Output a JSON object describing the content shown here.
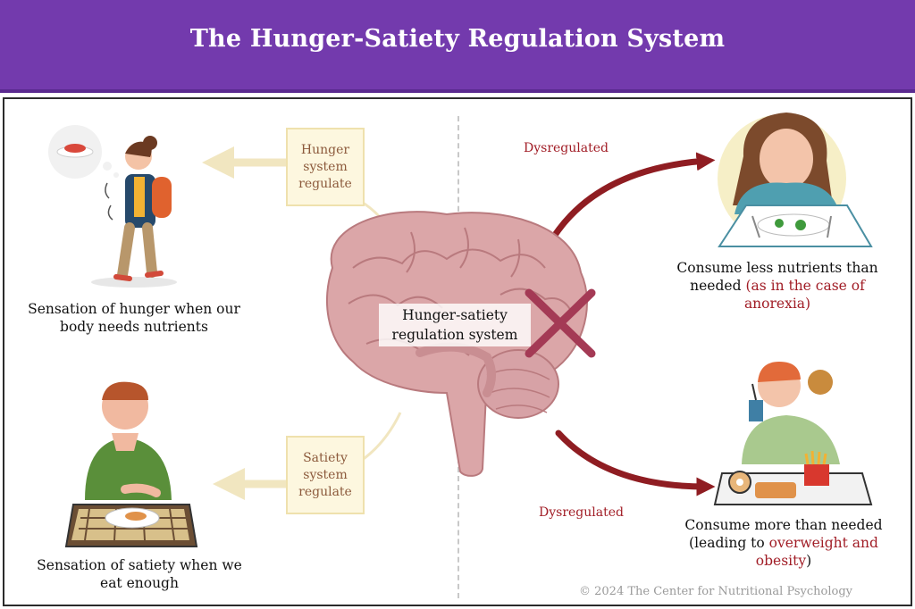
{
  "header": {
    "title": "The Hunger-Satiety Regulation System"
  },
  "center": {
    "label": "Hunger-satiety regulation system"
  },
  "left": {
    "hunger_box": "Hunger system regulate",
    "satiety_box": "Satiety system regulate",
    "hunger_caption": "Sensation of hunger when our body needs nutrients",
    "satiety_caption": "Sensation of satiety when we eat enough"
  },
  "right": {
    "top_label": "Dysregulated",
    "bottom_label": "Dysregulated",
    "less_caption_plain": "Consume less nutrients than needed ",
    "less_caption_red": "(as in the case of anorexia)",
    "more_caption_plain": "Consume more than needed (leading to ",
    "more_caption_red": "overweight and obesity",
    "more_caption_end": ")"
  },
  "footer": {
    "copyright": "© 2024 The Center for Nutritional Psychology"
  },
  "colors": {
    "banner": "#733aad",
    "dysregulated": "#a11d26",
    "regulate_box_fill": "#fdf7df",
    "regulate_text": "#8c5a3c",
    "brain": "#d9a3a6",
    "cross": "#a43a55"
  }
}
